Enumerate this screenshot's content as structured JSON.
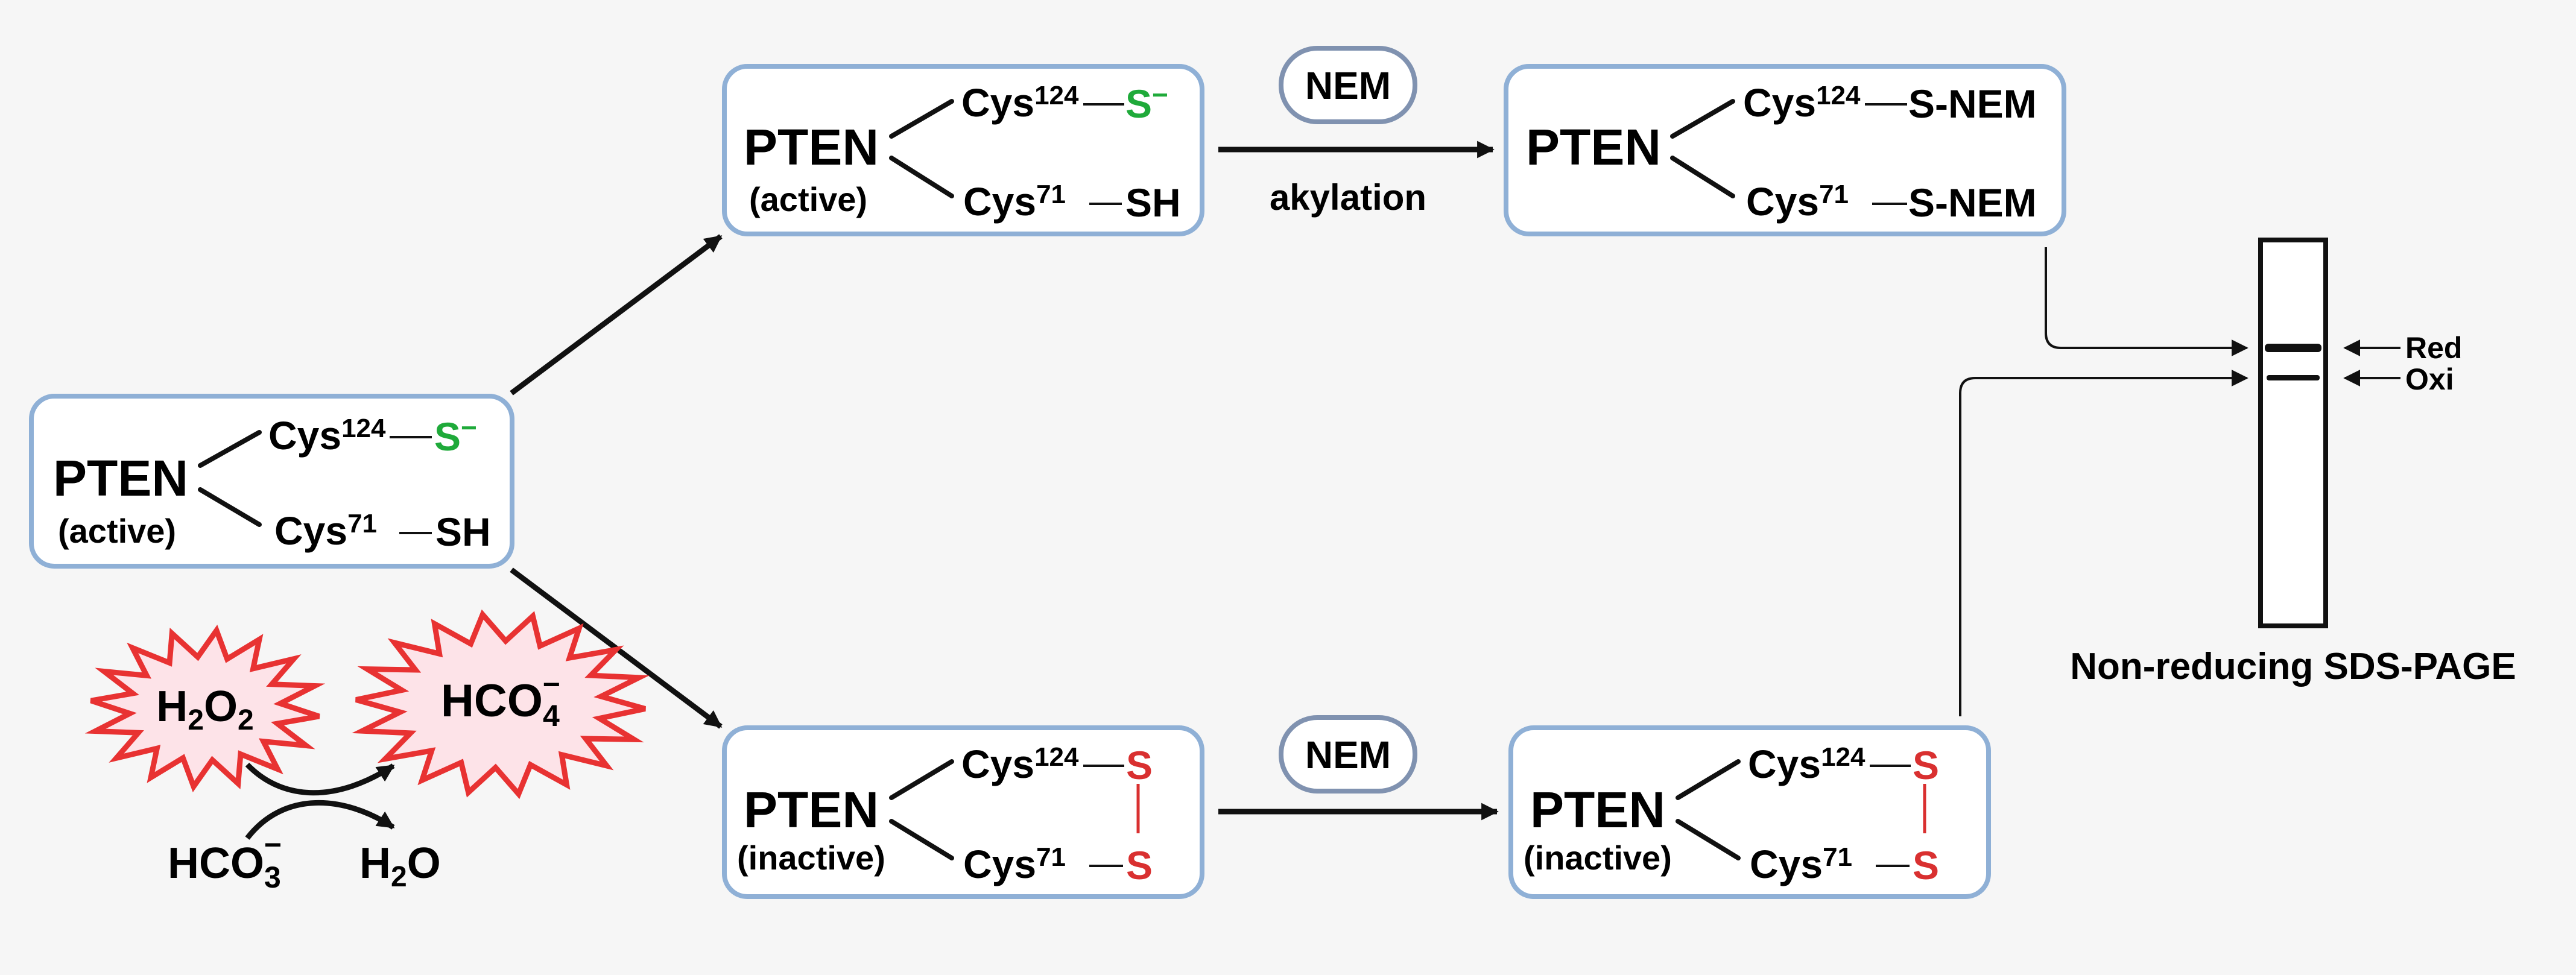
{
  "colors": {
    "box_border": "#8fb0d6",
    "pill_border": "#8092b0",
    "thiolate": "#1faa3a",
    "disulfide": "#d93030",
    "star_fill": "#fde3e8",
    "star_border": "#e83232",
    "background": "#f6f6f6"
  },
  "protein": "PTEN",
  "states": {
    "active": "(active)",
    "inactive": "(inactive)"
  },
  "residues": {
    "cys124": "Cys",
    "cys124_sup": "124",
    "cys71": "Cys",
    "cys71_sup": "71"
  },
  "groups": {
    "thiolate": "S",
    "thiolate_charge": "−",
    "thiol": "SH",
    "sulfur": "S",
    "nem_adduct": "S-NEM"
  },
  "reagent": {
    "nem": "NEM",
    "reaction_label": "akylation"
  },
  "oxidants": {
    "h2o2": {
      "h1": "H",
      "sub1": "2",
      "o": "O",
      "sub2": "2"
    },
    "hco4": {
      "base": "HCO",
      "sub": "4",
      "charge": "−"
    },
    "hco3": {
      "base": "HCO",
      "sub": "3",
      "charge": "−"
    },
    "h2o": {
      "h": "H",
      "sub": "2",
      "o": "O"
    }
  },
  "gel": {
    "title": "Non-reducing SDS-PAGE",
    "bands": [
      "Red",
      "Oxi"
    ]
  }
}
